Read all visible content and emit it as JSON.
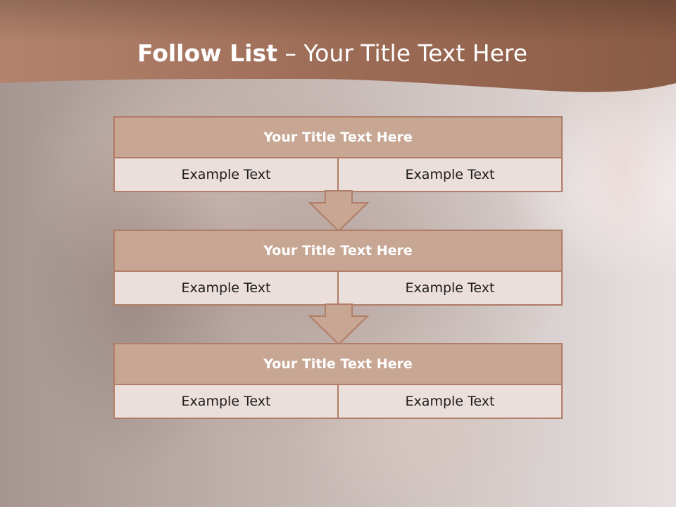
{
  "slide": {
    "title_bold": "Follow List",
    "title_rest": " – Your Title Text Here"
  },
  "steps": [
    {
      "title": "Your Title Text Here",
      "cells": [
        "Example Text",
        "Example Text"
      ]
    },
    {
      "title": "Your Title Text Here",
      "cells": [
        "Example Text",
        "Example Text"
      ]
    },
    {
      "title": "Your Title Text Here",
      "cells": [
        "Example Text",
        "Example Text"
      ]
    }
  ],
  "colors": {
    "header_band": "#a2705a",
    "panel_border": "#b07d66",
    "panel_header": "#c7a693",
    "panel_cell": "#ebdfdc",
    "arrow_fill": "#c7a693"
  }
}
